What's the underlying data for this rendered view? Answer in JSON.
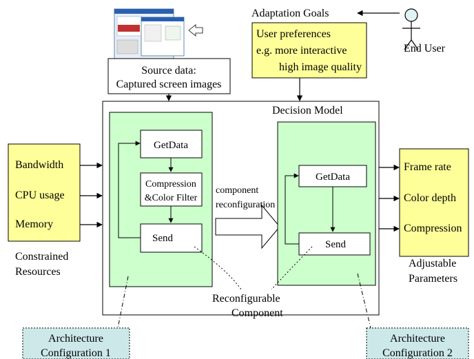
{
  "adaptation_goals": "Adaptation Goals",
  "end_user": "End User",
  "source_data": {
    "line1": "Source data:",
    "line2": "Captured screen images"
  },
  "user_preferences": {
    "title": "User preferences",
    "line1": "e.g. more interactive",
    "line2": "high image quality"
  },
  "decision_model": "Decision Model",
  "constrained": {
    "items": [
      "Bandwidth",
      "CPU usage",
      "Memory"
    ],
    "caption_line1": "Constrained",
    "caption_line2": "Resources"
  },
  "adjustable": {
    "items": [
      "Frame rate",
      "Color depth",
      "Compression"
    ],
    "caption_line1": "Adjustable",
    "caption_line2": "Parameters"
  },
  "config1": {
    "getdata": "GetData",
    "compression_line1": "Compression",
    "compression_line2": "&Color Filter",
    "send": "Send",
    "label_line1": "Architecture",
    "label_line2": "Configuration 1"
  },
  "config2": {
    "getdata": "GetData",
    "send": "Send",
    "label_line1": "Architecture",
    "label_line2": "Configuration 2"
  },
  "reconfig": {
    "line1": "component",
    "line2": "reconfiguration"
  },
  "reconfigurable_component": {
    "line1": "Reconfigurable",
    "line2": "Component"
  },
  "colors": {
    "yellow": "#ffff99",
    "green": "#ccffcc",
    "teal": "#cce8e8",
    "white": "#ffffff",
    "line": "#000000"
  },
  "icons": [
    "stick-figure-icon",
    "screenshot-thumbnail-icon",
    "block-arrow-icon"
  ]
}
